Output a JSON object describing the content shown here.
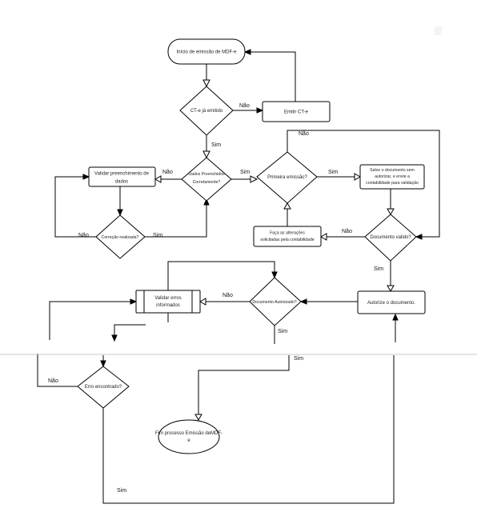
{
  "nodes": {
    "inicio": "Início de emissão de MDF-e",
    "cte_emitido": "CT-e já emitido",
    "emitir_cte": "Emitir CT-e",
    "dados_preenchidos": [
      "Dados Preenchidos",
      "Corretamente?"
    ],
    "validar_preenchimento": [
      "Validar preenchimento de",
      "dados"
    ],
    "correcao_realizada": "Correção realizada?",
    "primeira_emissao": "Primeira emissão?",
    "salve_documento": [
      "Salve o documento sem",
      "autorizar, e envie a",
      "contabilidade para validação"
    ],
    "faca_alteracoes": [
      "Faça as alterações",
      "solicitadas pela contabilidade"
    ],
    "documento_valido": "Documento valido?",
    "autorize_documento": "Autorize o documento.",
    "documento_autorizado": "Documento Autorizado?",
    "validar_erros": [
      "Validar erros",
      "informados"
    ],
    "erro_encontrado": "Erro encontrado?",
    "fim_processo": [
      "Fim processo Emissão deMDF-",
      "e"
    ]
  },
  "edges": {
    "nao": "Não",
    "sim": "Sim"
  }
}
